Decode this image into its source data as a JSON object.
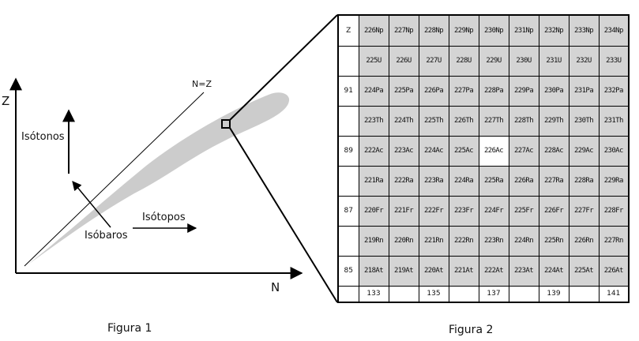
{
  "figure1": {
    "caption": "Figura 1",
    "z_axis_label": "Z",
    "n_axis_label": "N",
    "line_label": "N=Z",
    "isotonos_label": "Isótonos",
    "isotopos_label": "Isótopos",
    "isobaros_label": "Isóbaros",
    "band_color": "#cccccc"
  },
  "figure2": {
    "caption": "Figura 2",
    "corner_label": "Z",
    "shade_color": "#d4d4d4",
    "highlight_cell": "226Ac",
    "z_labels": [
      "",
      "",
      "91",
      "",
      "89",
      "",
      "87",
      "",
      "85"
    ],
    "n_labels": [
      "133",
      "",
      "135",
      "",
      "137",
      "",
      "139",
      "",
      "141"
    ],
    "rows": [
      [
        "226Np",
        "227Np",
        "228Np",
        "229Np",
        "230Np",
        "231Np",
        "232Np",
        "233Np",
        "234Np"
      ],
      [
        "225U",
        "226U",
        "227U",
        "228U",
        "229U",
        "230U",
        "231U",
        "232U",
        "233U"
      ],
      [
        "224Pa",
        "225Pa",
        "226Pa",
        "227Pa",
        "228Pa",
        "229Pa",
        "230Pa",
        "231Pa",
        "232Pa"
      ],
      [
        "223Th",
        "224Th",
        "225Th",
        "226Th",
        "227Th",
        "228Th",
        "229Th",
        "230Th",
        "231Th"
      ],
      [
        "222Ac",
        "223Ac",
        "224Ac",
        "225Ac",
        "226Ac",
        "227Ac",
        "228Ac",
        "229Ac",
        "230Ac"
      ],
      [
        "221Ra",
        "222Ra",
        "223Ra",
        "224Ra",
        "225Ra",
        "226Ra",
        "227Ra",
        "228Ra",
        "229Ra"
      ],
      [
        "220Fr",
        "221Fr",
        "222Fr",
        "223Fr",
        "224Fr",
        "225Fr",
        "226Fr",
        "227Fr",
        "228Fr"
      ],
      [
        "219Rn",
        "220Rn",
        "221Rn",
        "222Rn",
        "223Rn",
        "224Rn",
        "225Rn",
        "226Rn",
        "227Rn"
      ],
      [
        "218At",
        "219At",
        "220At",
        "221At",
        "222At",
        "223At",
        "224At",
        "225At",
        "226At"
      ]
    ]
  }
}
